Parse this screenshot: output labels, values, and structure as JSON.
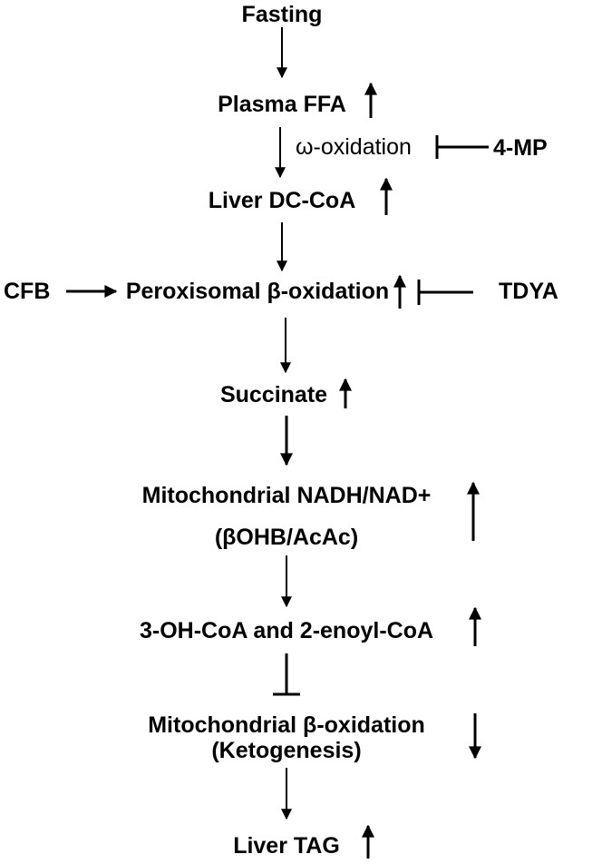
{
  "nodes": {
    "fasting": "Fasting",
    "plasma_ffa": "Plasma FFA",
    "omega_oxidation": "ω-oxidation",
    "four_mp": "4-MP",
    "liver_dc_coa": "Liver DC-CoA",
    "cfb": "CFB",
    "peroxisomal": "Peroxisomal β-oxidation",
    "tdya": "TDYA",
    "succinate": "Succinate",
    "mito_nadh": "Mitochondrial NADH/NAD+",
    "bohb": "(βOHB/AcAc)",
    "enoyl": "3-OH-CoA and 2-enoyl-CoA",
    "mito_beta": "Mitochondrial  β-oxidation",
    "ketogenesis": "(Ketogenesis)",
    "liver_tag": "Liver TAG"
  },
  "colors": {
    "ink": "#000000",
    "background": "#ffffff"
  }
}
